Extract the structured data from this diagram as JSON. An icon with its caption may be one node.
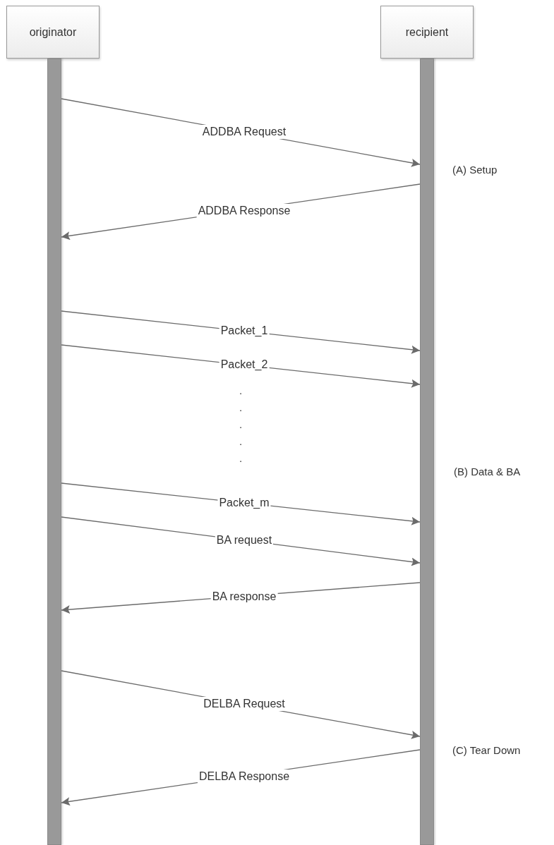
{
  "diagram": {
    "nodes": [
      {
        "text": [
          "originator"
        ]
      },
      {
        "text": [
          "recipient"
        ]
      },
      {
        "text": [],
        "shape": "bar"
      },
      {
        "text": [],
        "shape": "bar"
      }
    ],
    "edges": [
      {
        "from": 2,
        "to": 3,
        "arrow": "to",
        "label": "ADDBA Request"
      },
      {
        "from": 3,
        "to": 2,
        "arrow": "to",
        "label": "ADDBA Response"
      },
      {
        "from": 2,
        "to": 3,
        "arrow": "to",
        "label": "Packet_1"
      },
      {
        "from": 2,
        "to": 3,
        "arrow": "to",
        "label": "Packet_2"
      },
      {
        "from": 2,
        "to": 3,
        "arrow": "to",
        "label": "Packet_m"
      },
      {
        "from": 2,
        "to": 3,
        "arrow": "to",
        "label": "BA request"
      },
      {
        "from": 3,
        "to": 2,
        "arrow": "to",
        "label": "BA response"
      },
      {
        "from": 2,
        "to": 3,
        "arrow": "to",
        "label": "DELBA Request"
      },
      {
        "from": 3,
        "to": 2,
        "arrow": "to",
        "label": "DELBA Response"
      }
    ],
    "labels": [
      "(A) Setup",
      ".",
      ".",
      ".",
      ".",
      ".",
      "(B) Data & BA",
      "(C) Tear Down"
    ]
  }
}
